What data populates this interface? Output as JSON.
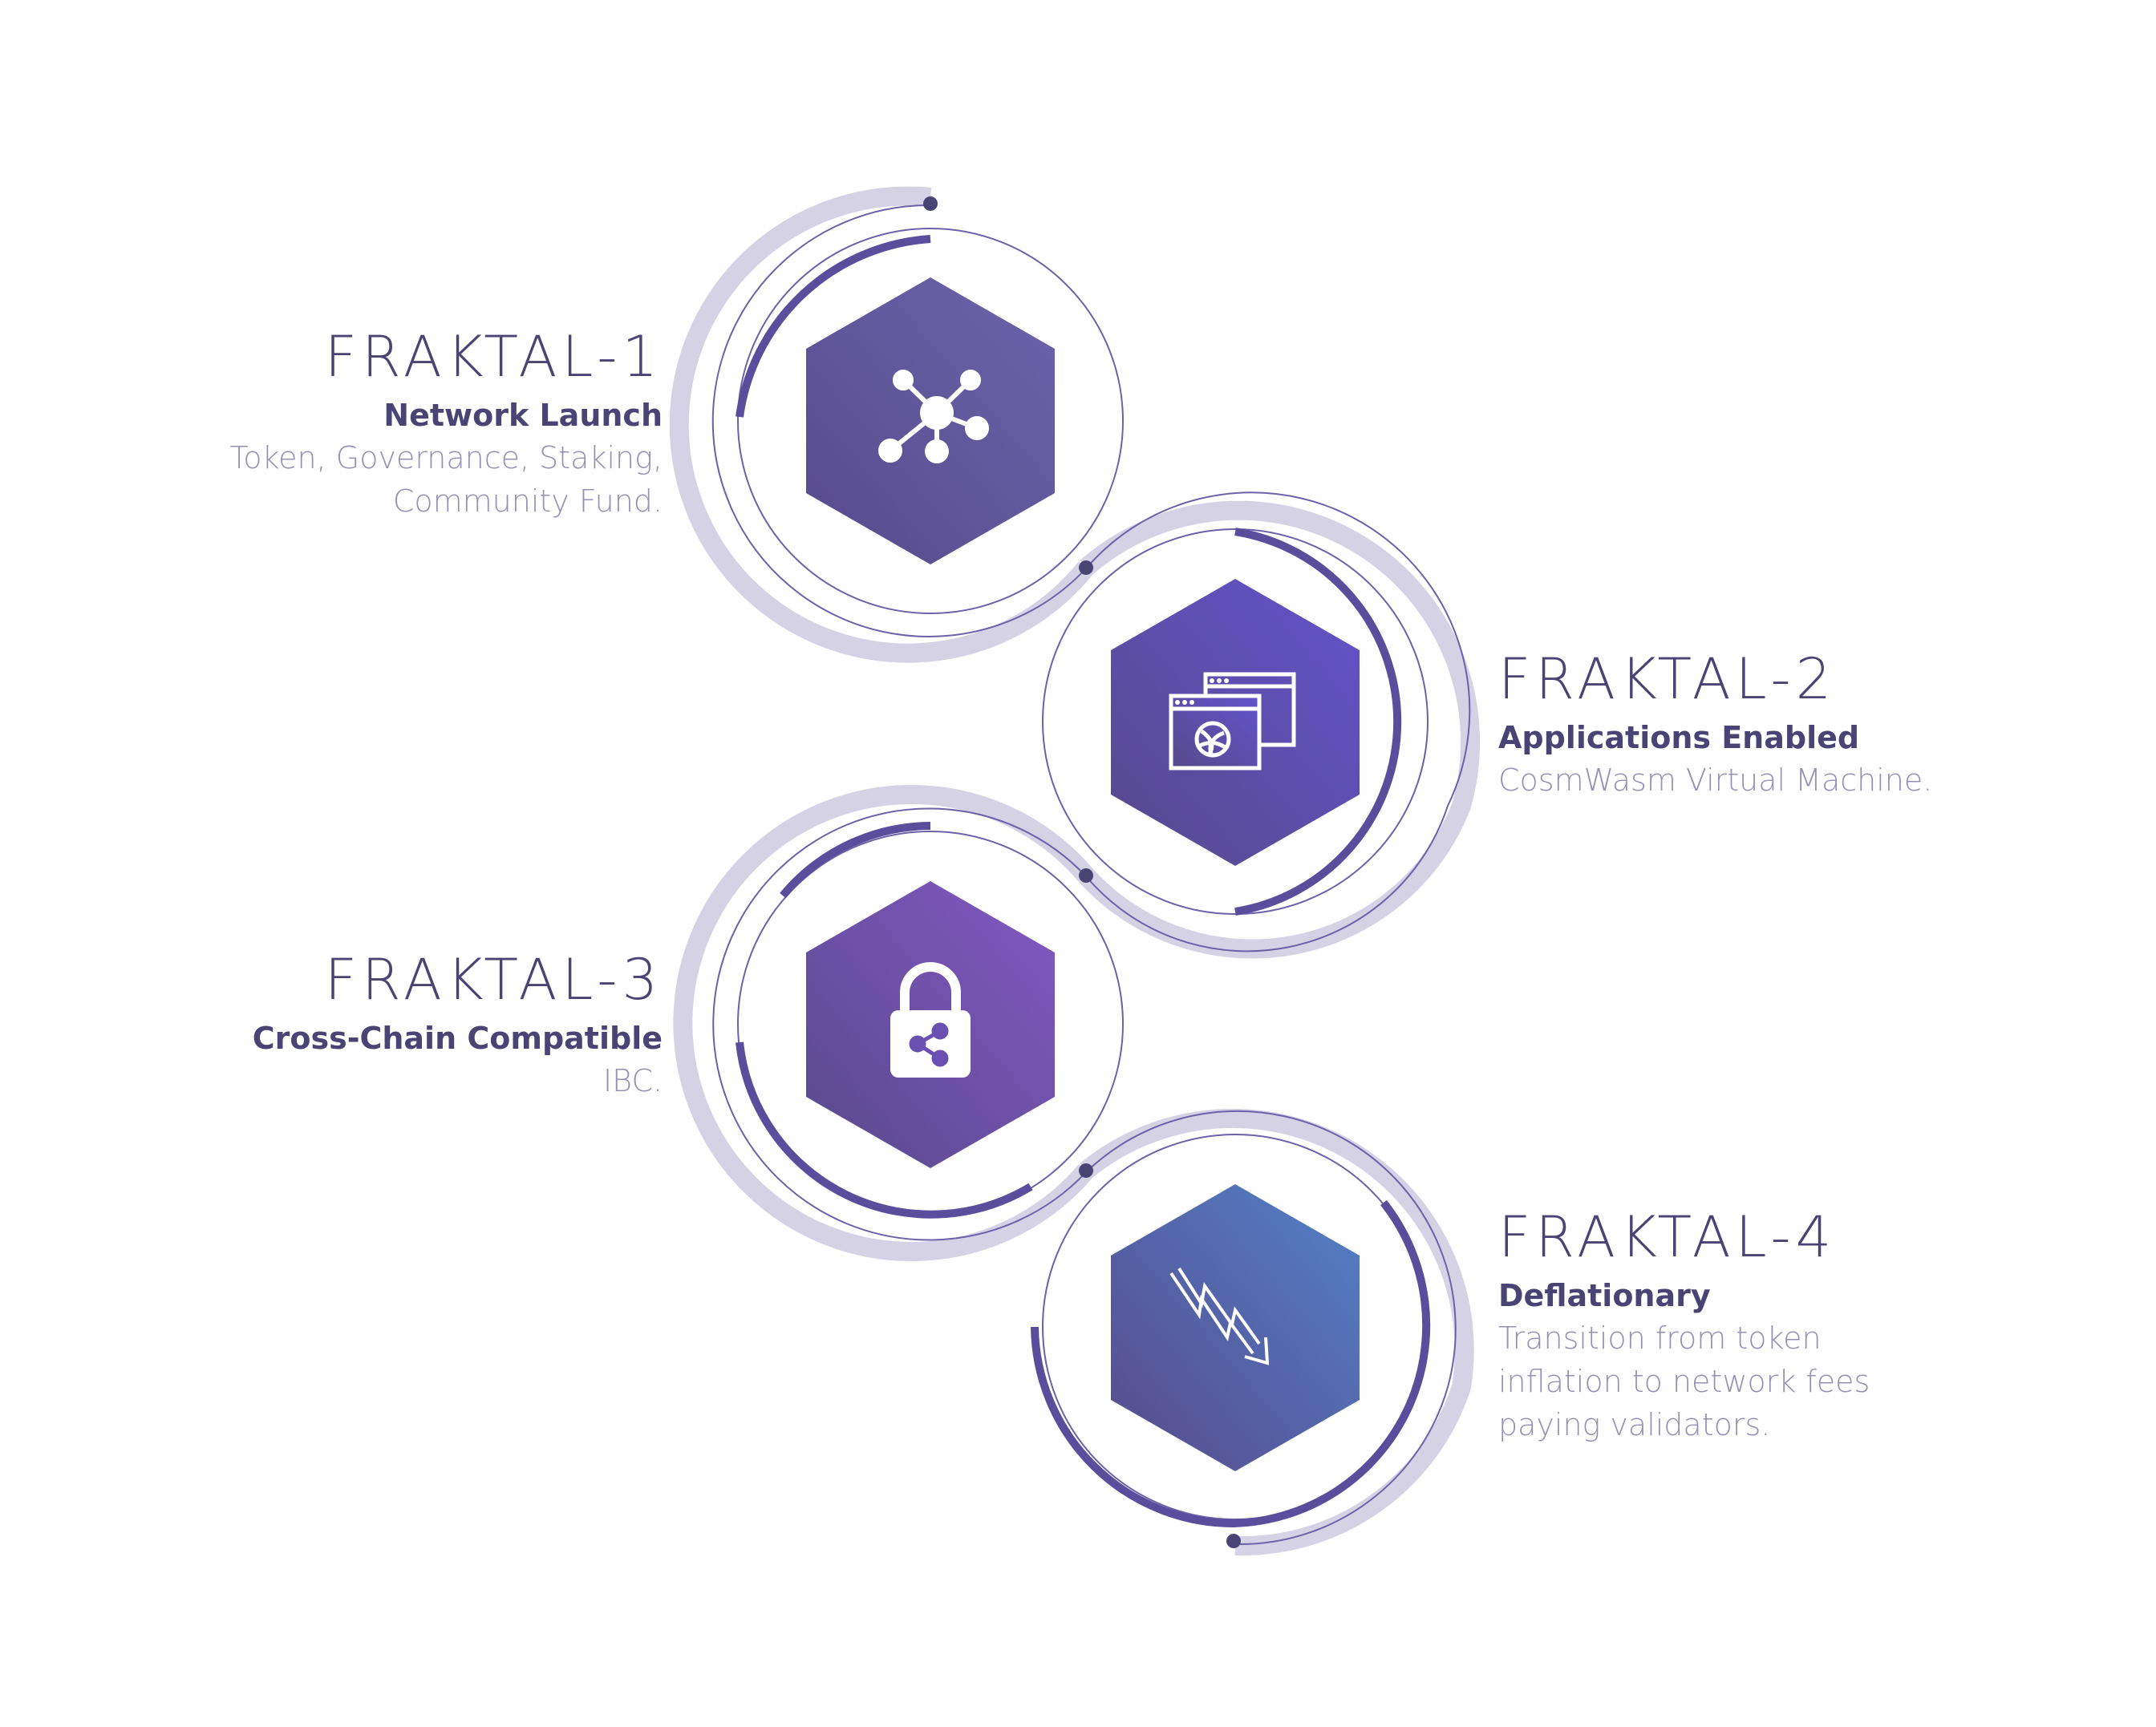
{
  "colors": {
    "accent": "#5a4d9c",
    "halo": "#d6d2e6",
    "thin_line": "#6b62a8",
    "title": "#4a4475",
    "description": "#9590b4"
  },
  "stages": [
    {
      "id": "fraktal-1",
      "title": "FRAKTAL-1",
      "subtitle": "Network Launch",
      "description": "Token, Governance, Staking,\nCommunity Fund.",
      "icon": "network-hub-icon",
      "gradient": [
        "#564a8a",
        "#6c64ac"
      ]
    },
    {
      "id": "fraktal-2",
      "title": "FRAKTAL-2",
      "subtitle": "Applications Enabled",
      "description": "CosmWasm Virtual Machine.",
      "icon": "browser-windows-icon",
      "gradient": [
        "#564a8a",
        "#6452cc"
      ]
    },
    {
      "id": "fraktal-3",
      "title": "FRAKTAL-3",
      "subtitle": "Cross-Chain Compatible",
      "description": "IBC.",
      "icon": "padlock-share-icon",
      "gradient": [
        "#564a8a",
        "#8458c4"
      ]
    },
    {
      "id": "fraktal-4",
      "title": "FRAKTAL-4",
      "subtitle": "Deflationary",
      "description": "Transition from token\ninflation to network fees\npaying validators.",
      "icon": "declining-arrow-icon",
      "gradient": [
        "#564a8a",
        "#5480c8"
      ]
    }
  ]
}
